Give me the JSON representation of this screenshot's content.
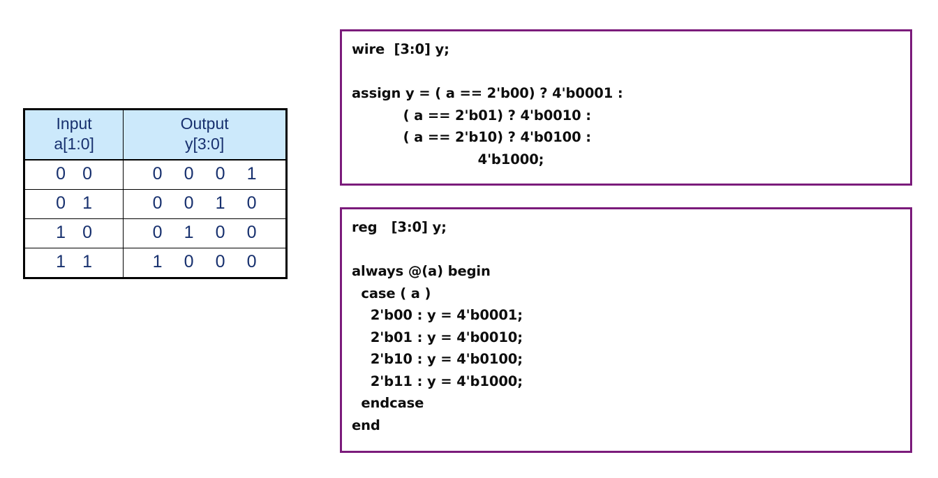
{
  "truth_table": {
    "headers": [
      {
        "line1": "Input",
        "line2": "a[1:0]"
      },
      {
        "line1": "Output",
        "line2": "y[3:0]"
      }
    ],
    "rows": [
      {
        "input": [
          "0",
          "0"
        ],
        "output": [
          "0",
          "0",
          "0",
          "1"
        ]
      },
      {
        "input": [
          "0",
          "1"
        ],
        "output": [
          "0",
          "0",
          "1",
          "0"
        ]
      },
      {
        "input": [
          "1",
          "0"
        ],
        "output": [
          "0",
          "1",
          "0",
          "0"
        ]
      },
      {
        "input": [
          "1",
          "1"
        ],
        "output": [
          "1",
          "0",
          "0",
          "0"
        ]
      }
    ],
    "header_bg": "#cce9fb",
    "text_color": "#17306e",
    "border_color": "#000000"
  },
  "code_blocks": {
    "border_color": "#7b1b7b",
    "assign_block": {
      "title": "continuous-assignment-decoder",
      "code": "wire  [3:0] y;\n\nassign y = ( a == 2'b00) ? 4'b0001 :\n           ( a == 2'b01) ? 4'b0010 :\n           ( a == 2'b10) ? 4'b0100 :\n                           4'b1000;"
    },
    "case_block": {
      "title": "always-case-decoder",
      "code": "reg   [3:0] y;\n\nalways @(a) begin\n  case ( a )\n    2'b00 : y = 4'b0001;\n    2'b01 : y = 4'b0010;\n    2'b10 : y = 4'b0100;\n    2'b11 : y = 4'b1000;\n  endcase\nend"
    }
  }
}
